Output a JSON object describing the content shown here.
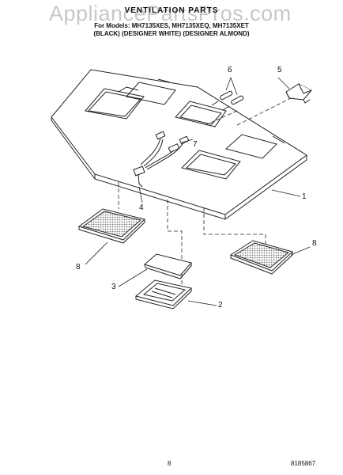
{
  "header": {
    "watermark": "AppliancePartsPros.com",
    "title": "VENTILATION PARTS",
    "models": "For Models: MH7135XES, MH7135XEQ, MH7135XET",
    "colors": "(BLACK) (DESIGNER WHITE) (DESIGNER ALMOND)"
  },
  "callouts": [
    "6",
    "5",
    "7",
    "1",
    "4",
    "8",
    "8",
    "3",
    "2"
  ],
  "footer": {
    "page": "8",
    "doc_number": "8185867"
  },
  "colors": {
    "line": "#222222",
    "filter": "#888888"
  }
}
